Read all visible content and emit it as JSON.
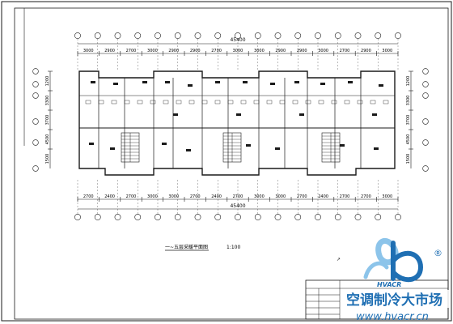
{
  "drawing": {
    "overall_dim": "45400",
    "caption_left": "一~五层采暖平面图",
    "caption_scale": "1:100"
  },
  "top_dims": [
    "3000",
    "2900",
    "2700",
    "3000",
    "2900",
    "2900",
    "2700",
    "3000",
    "3000",
    "2900",
    "2900",
    "3000",
    "2700",
    "2900",
    "3000"
  ],
  "bottom_dims": [
    "2700",
    "2400",
    "2700",
    "3000",
    "3000",
    "2700",
    "2400",
    "2700",
    "3000",
    "3000",
    "2700",
    "2400",
    "2700",
    "2700",
    "3000"
  ],
  "left_dims": [
    "1200",
    "3300",
    "3700",
    "4500",
    "1500"
  ],
  "right_dims": [
    "1200",
    "3300",
    "3700",
    "4500",
    "1500"
  ],
  "watermark": {
    "brand": "HVACR",
    "registered": "®",
    "chinese": "空调制冷大市场",
    "url": "www.hvacr.cn"
  },
  "colors": {
    "line": "#1a1a1a",
    "watermark_blue": "#1f6fb3",
    "watermark_light": "#8cc4ea"
  }
}
